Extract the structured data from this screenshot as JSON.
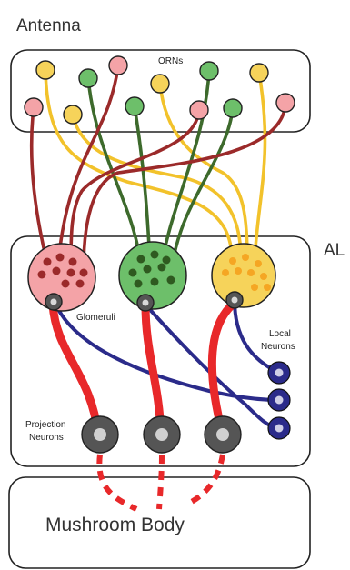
{
  "labels": {
    "antenna": "Antenna",
    "orns": "ORNs",
    "al": "AL",
    "glomeruli": "Glomeruli",
    "local_line1": "Local",
    "local_line2": "Neurons",
    "projection_line1": "Projection",
    "projection_line2": "Neurons",
    "mushroom_body": "Mushroom Body"
  },
  "colors": {
    "pink_fill": "#f4a3a7",
    "dark_red_axon": "#9b2a2a",
    "green_fill": "#6dbf6a",
    "dark_green_axon": "#3d6a2c",
    "yellow_fill": "#f6d35a",
    "yellow_axon": "#f2c22b",
    "projection_red": "#e8282a",
    "local_navy": "#2b2b8a",
    "neuron_gray": "#555555",
    "outline": "#222222"
  }
}
